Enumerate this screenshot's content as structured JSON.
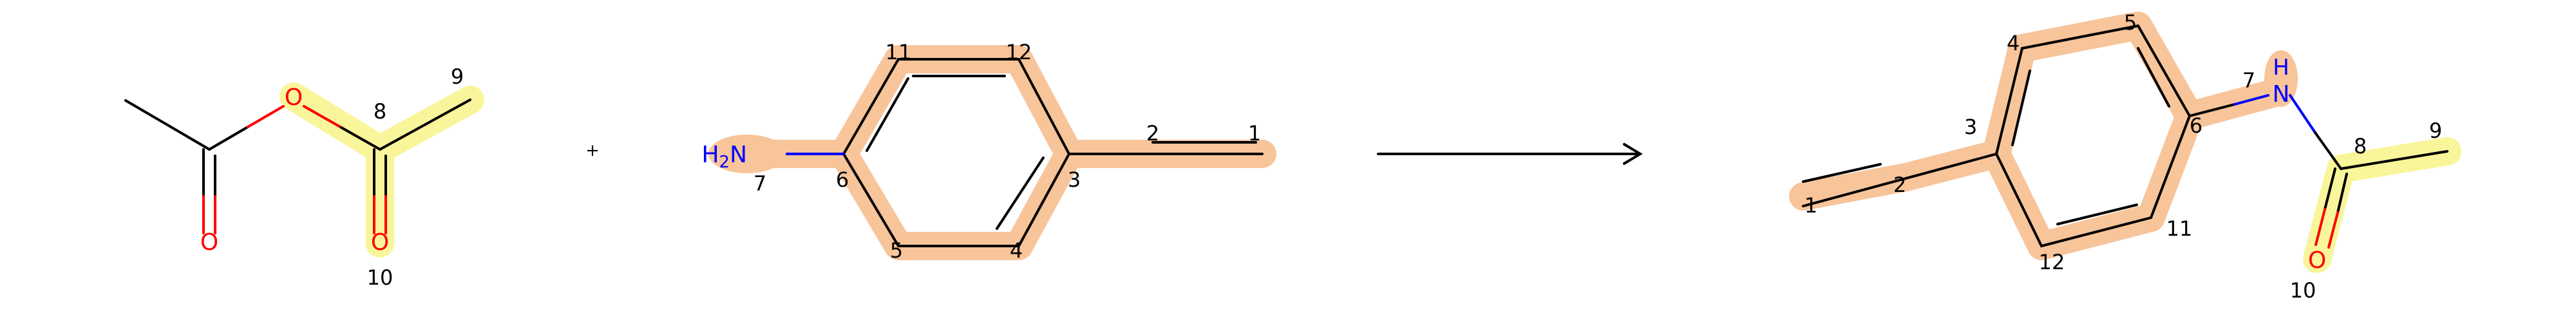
{
  "colors": {
    "bond": "#000000",
    "oxygen": "#ff0000",
    "nitrogen": "#0000ff",
    "highlight_orange": "#f8c49a",
    "highlight_yellow": "#f9f59a",
    "background": "#ffffff"
  },
  "reaction": {
    "plus": "+",
    "arrow": "reaction-arrow-icon"
  },
  "acetic_anhydride": {
    "o_ester": "O",
    "o_carbonyl": "O",
    "idx_c8": "8",
    "idx_c9": "9",
    "idx_o10": "10"
  },
  "aminostyrene": {
    "nh2": "H",
    "nh2_sub": "2",
    "nh2_n": "N",
    "idx_n7": "7",
    "idx_c6": "6",
    "idx_c11": "11",
    "idx_c12": "12",
    "idx_c5": "5",
    "idx_c4": "4",
    "idx_c3": "3",
    "idx_c2": "2",
    "idx_c1": "1"
  },
  "product": {
    "nh_h": "H",
    "nh_n": "N",
    "o_carbonyl": "O",
    "idx_c1": "1",
    "idx_c2": "2",
    "idx_c3": "3",
    "idx_c4": "4",
    "idx_c5": "5",
    "idx_c6": "6",
    "idx_n7": "7",
    "idx_c8": "8",
    "idx_c9": "9",
    "idx_o10": "10",
    "idx_c11": "11",
    "idx_c12": "12"
  }
}
